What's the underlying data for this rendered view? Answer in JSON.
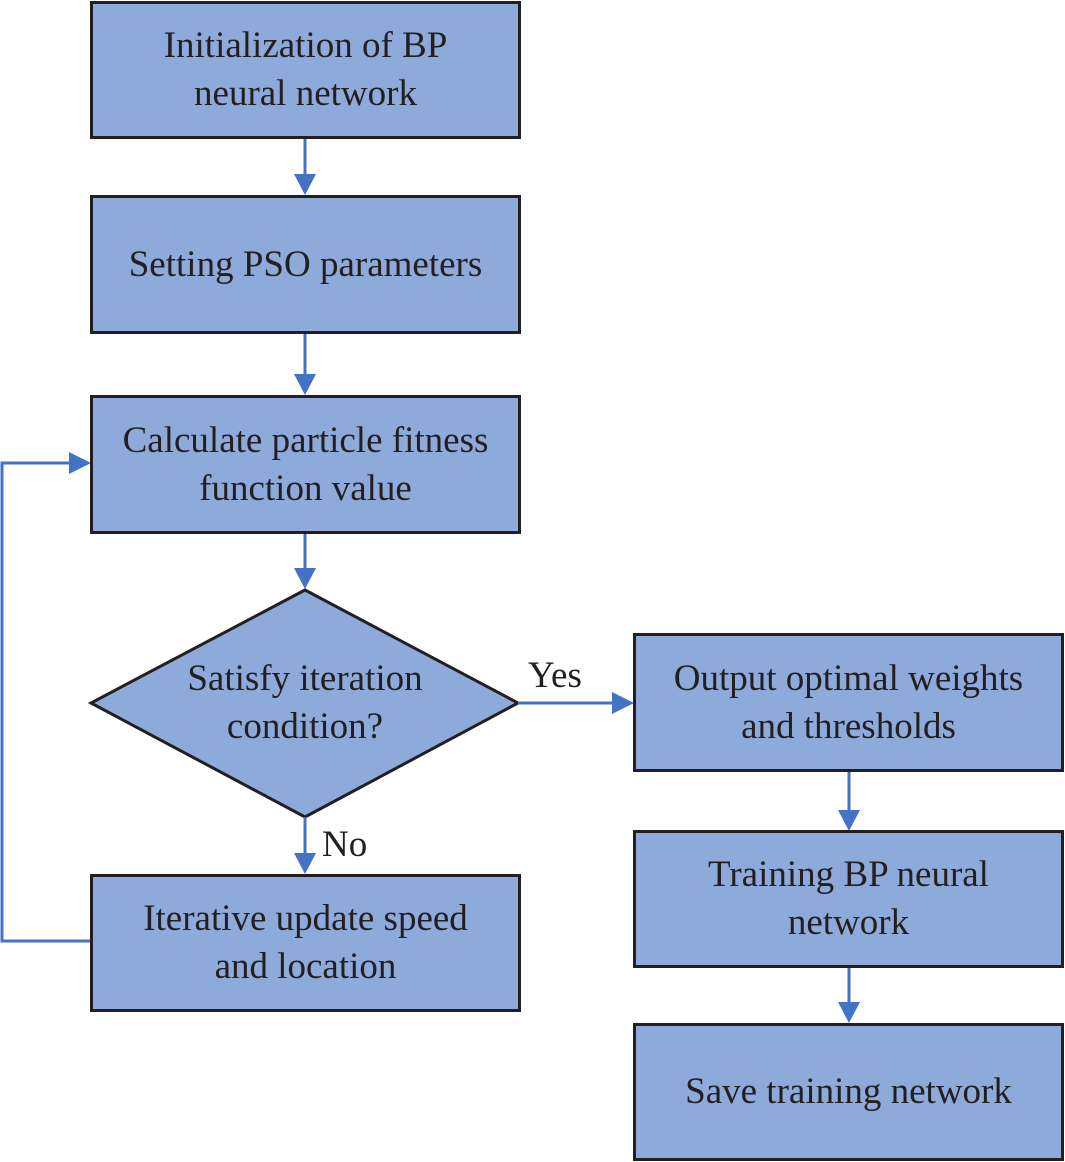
{
  "diagram": {
    "type": "flowchart",
    "colors": {
      "node_fill": "#8eaadb",
      "node_border": "#231f20",
      "connector": "#4472c4",
      "text": "#231f20"
    },
    "nodes": {
      "init": {
        "line1": "Initialization of BP",
        "line2": "neural network"
      },
      "pso": {
        "line1": "Setting PSO parameters"
      },
      "fitness": {
        "line1": "Calculate particle fitness",
        "line2": "function value"
      },
      "decision": {
        "line1": "Satisfy iteration",
        "line2": "condition?"
      },
      "update": {
        "line1": "Iterative update speed",
        "line2": "and location"
      },
      "output": {
        "line1": "Output optimal weights",
        "line2": "and thresholds"
      },
      "training": {
        "line1": "Training BP neural",
        "line2": "network"
      },
      "save": {
        "line1": "Save training network"
      }
    },
    "edge_labels": {
      "yes": "Yes",
      "no": "No"
    },
    "edges": [
      {
        "from": "init",
        "to": "pso"
      },
      {
        "from": "pso",
        "to": "fitness"
      },
      {
        "from": "fitness",
        "to": "decision"
      },
      {
        "from": "decision",
        "to": "output",
        "label": "Yes"
      },
      {
        "from": "decision",
        "to": "update",
        "label": "No"
      },
      {
        "from": "update",
        "to": "fitness"
      },
      {
        "from": "output",
        "to": "training"
      },
      {
        "from": "training",
        "to": "save"
      }
    ]
  }
}
